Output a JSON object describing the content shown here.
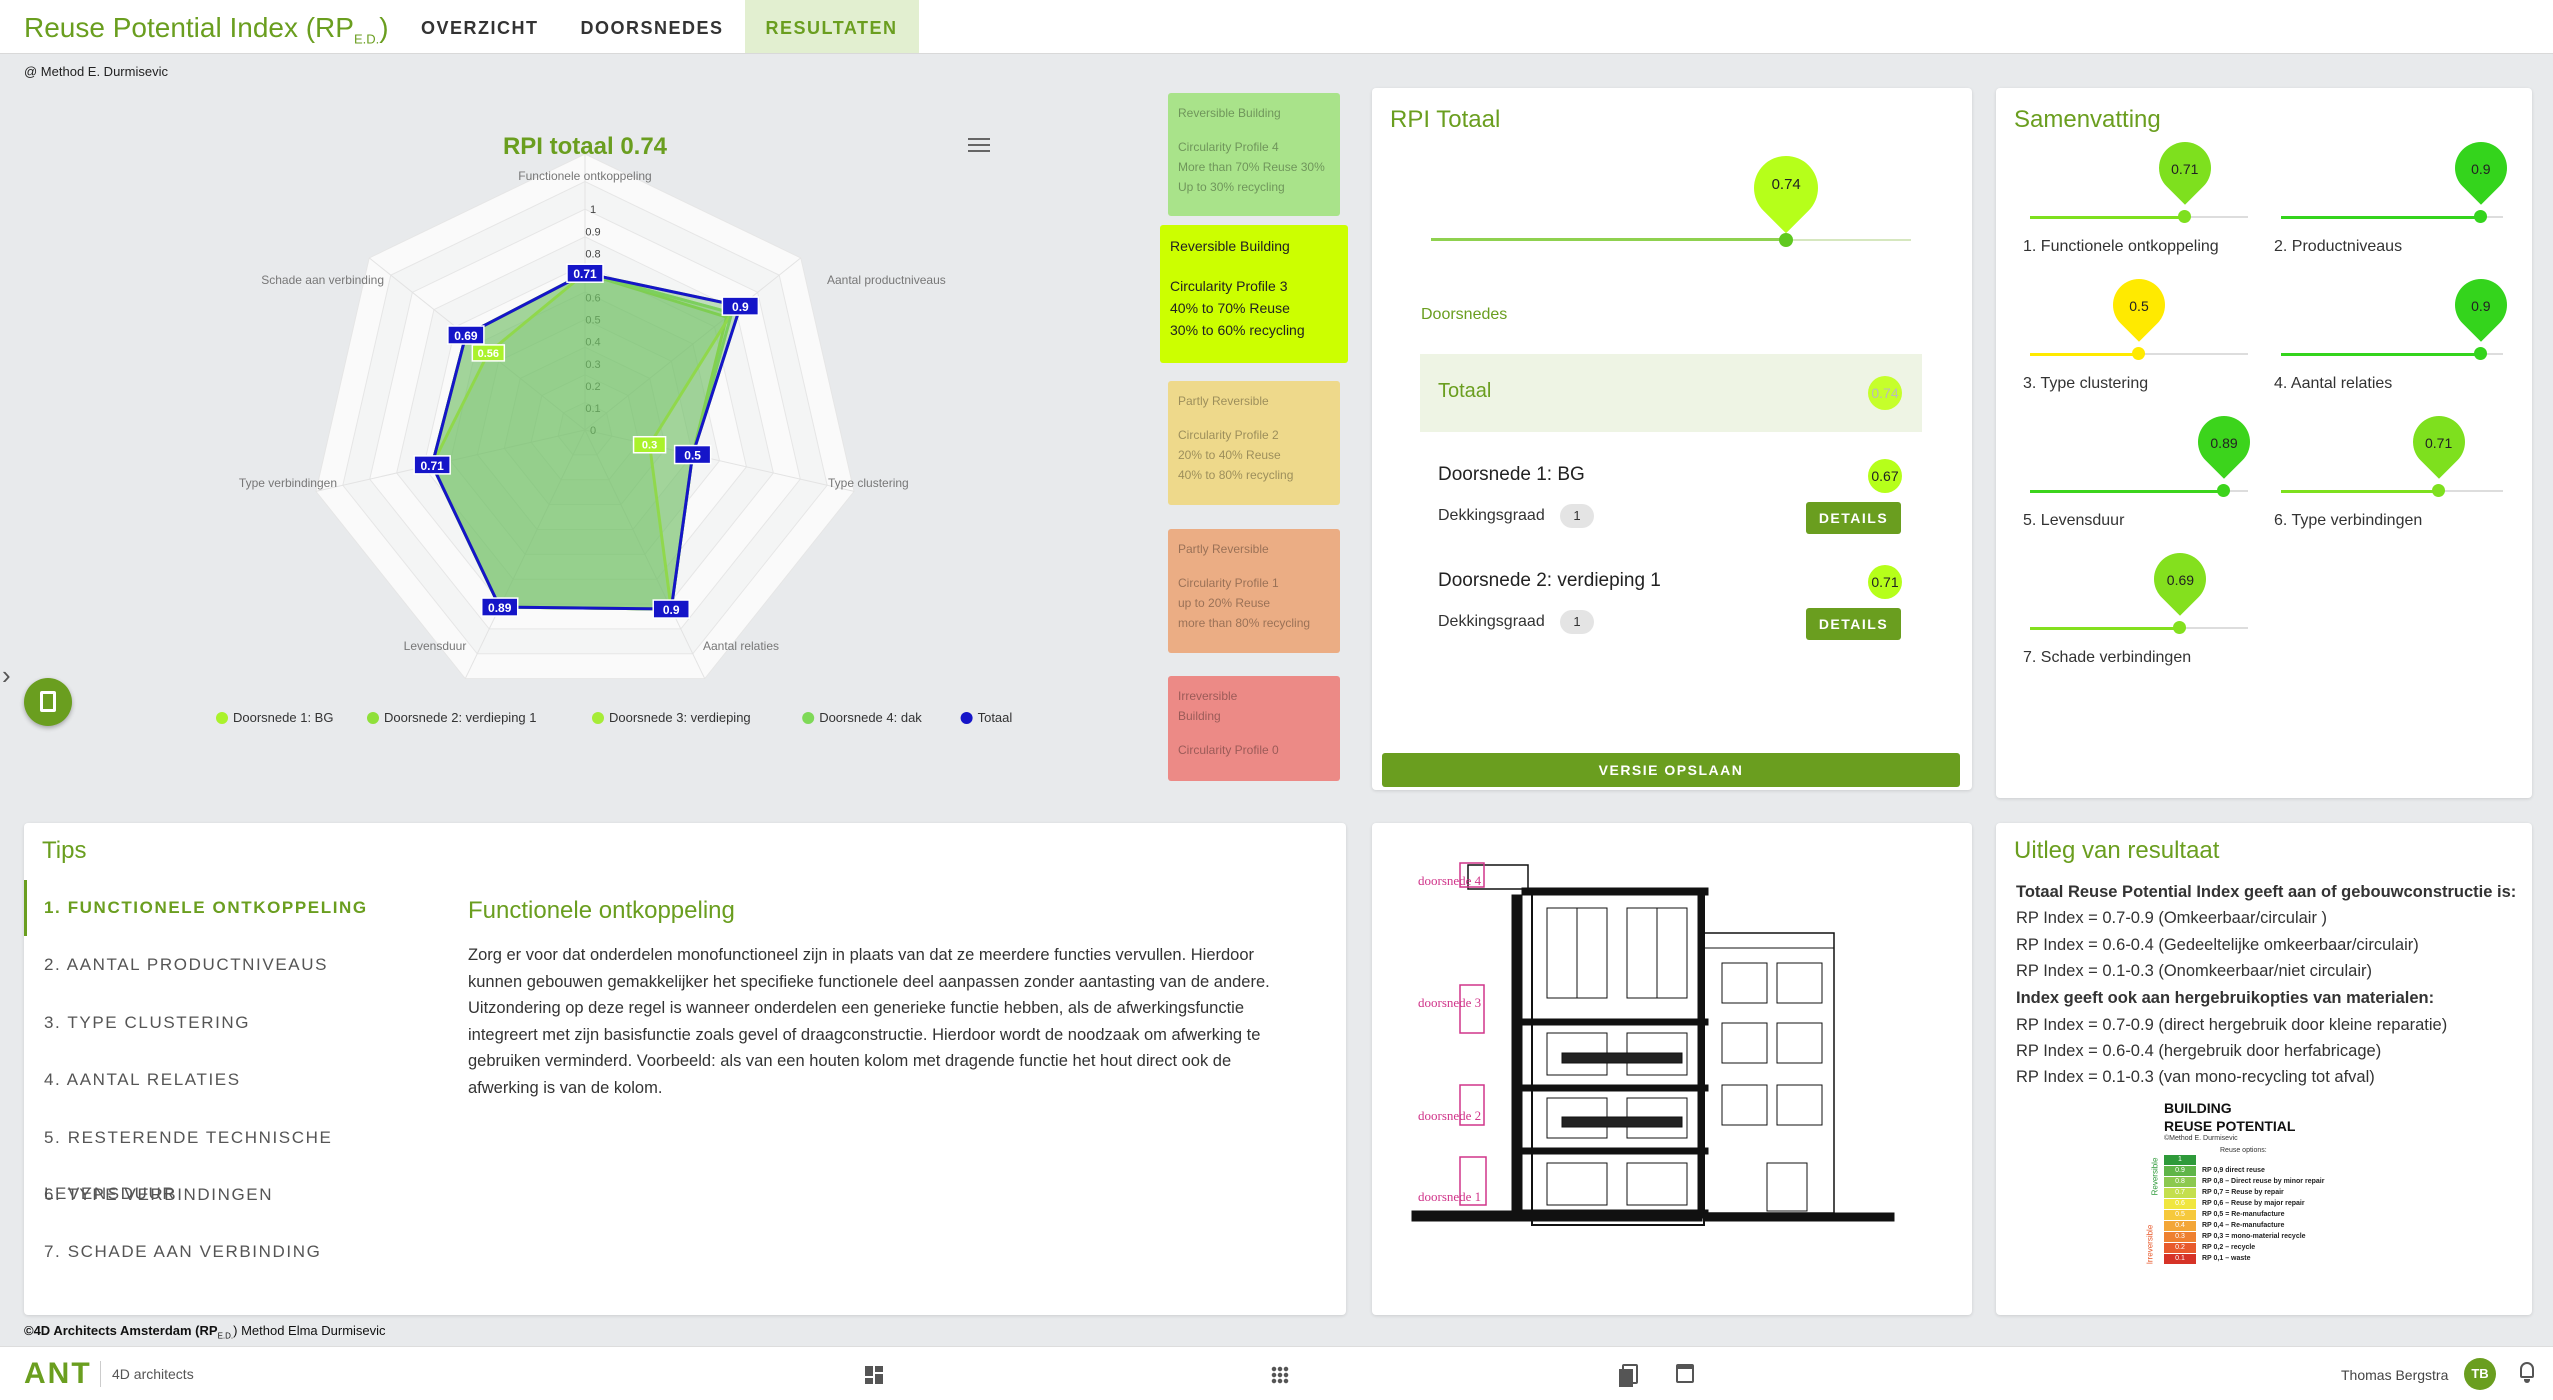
{
  "header": {
    "title": "Reuse Potential Index (RP",
    "title_sub": "E.D.",
    "title_end": ")",
    "tabs": [
      "OVERZICHT",
      "DOORSNEDES",
      "RESULTATEN"
    ]
  },
  "credit": "@ Method E. Durmisevic",
  "radar": {
    "title": "RPI totaal 0.74",
    "menu_icon": "hamburger-icon",
    "axes": [
      "Functionele ontkoppeling",
      "Aantal productniveaus",
      "Type clustering",
      "Aantal relaties",
      "Levensduur",
      "Type verbindingen",
      "Schade aan verbinding"
    ],
    "ticks": [
      "1",
      "0.9",
      "0.8",
      "0.7",
      "0.6",
      "0.5",
      "0.4",
      "0.3",
      "0.2",
      "0.1",
      "0"
    ],
    "point_labels": {
      "totaal": [
        "0.71",
        "0.9",
        "0.5",
        "0.9",
        "0.89",
        "0.71",
        "0.69"
      ],
      "verdieping": [
        "0.56",
        "0.3"
      ]
    },
    "legend": [
      "Doorsnede 1: BG",
      "Doorsnede 2: verdieping 1",
      "Doorsnede 3: verdieping",
      "Doorsnede 4: dak",
      "Totaal"
    ]
  },
  "chart_data": {
    "type": "radar",
    "title": "RPI totaal 0.74",
    "categories": [
      "Functionele ontkoppeling",
      "Aantal productniveaus",
      "Type clustering",
      "Aantal relaties",
      "Levensduur",
      "Type verbindingen",
      "Schade aan verbinding"
    ],
    "rlim": [
      0,
      1
    ],
    "series": [
      {
        "name": "Doorsnede 1: BG",
        "color": "#aaf22b",
        "values": [
          0.71,
          0.9,
          0.5,
          0.9,
          0.89,
          0.71,
          0.69
        ]
      },
      {
        "name": "Doorsnede 2: verdieping 1",
        "color": "#8fe03a",
        "values": [
          0.71,
          0.82,
          0.5,
          0.9,
          0.89,
          0.71,
          0.69
        ]
      },
      {
        "name": "Doorsnede 3: verdieping",
        "color": "#a6ec37",
        "values": [
          0.71,
          0.85,
          0.3,
          0.9,
          0.89,
          0.71,
          0.56
        ]
      },
      {
        "name": "Doorsnede 4: dak",
        "color": "#7ed957",
        "values": [
          0.71,
          0.85,
          0.5,
          0.9,
          0.89,
          0.71,
          0.69
        ]
      },
      {
        "name": "Totaal",
        "color": "#1515c8",
        "values": [
          0.71,
          0.9,
          0.5,
          0.9,
          0.89,
          0.71,
          0.69
        ]
      }
    ],
    "legend": "bottom"
  },
  "profiles": [
    {
      "lines": [
        "Reversible Building",
        "",
        "Circularity Profile 4",
        "More than 70% Reuse 30%",
        "Up to 30% recycling"
      ],
      "color": "#a9e38a"
    },
    {
      "lines": [
        "Reversible Building",
        "",
        "Circularity Profile 3",
        "40% to 70% Reuse",
        "30% to 60% recycling"
      ],
      "color": "#ccff00"
    },
    {
      "lines": [
        "Partly Reversible",
        "",
        "Circularity Profile 2",
        "20% to 40% Reuse",
        "40% to 80% recycling"
      ],
      "color": "#eed98b"
    },
    {
      "lines": [
        "Partly Reversible",
        "",
        "Circularity Profile 1",
        "up to 20% Reuse",
        "more than 80% recycling"
      ],
      "color": "#ebad84"
    },
    {
      "lines": [
        "Irreversible",
        "Building",
        "",
        "Circularity Profile 0"
      ],
      "color": "#ec8a86"
    }
  ],
  "rpi_totaal": {
    "title": "RPI Totaal",
    "value": "0.74",
    "value_num": 0.74,
    "doorsnedes_label": "Doorsnedes",
    "totaal_label": "Totaal",
    "totaal_value": "0.74",
    "rows": [
      {
        "name": "Doorsnede 1: BG",
        "value": "0.67",
        "dekking_label": "Dekkingsgraad",
        "dekking": "1",
        "button": "DETAILS"
      },
      {
        "name": "Doorsnede 2: verdieping 1",
        "value": "0.71",
        "dekking_label": "Dekkingsgraad",
        "dekking": "1",
        "button": "DETAILS"
      }
    ],
    "save_button": "VERSIE OPSLAAN"
  },
  "samenvatting": {
    "title": "Samenvatting",
    "items": [
      {
        "label": "1. Functionele ontkoppeling",
        "value": "0.71",
        "num": 0.71,
        "color": "#7ee01e"
      },
      {
        "label": "2. Productniveaus",
        "value": "0.9",
        "num": 0.9,
        "color": "#34d41c"
      },
      {
        "label": "3. Type clustering",
        "value": "0.5",
        "num": 0.5,
        "color": "#ffea00"
      },
      {
        "label": "4. Aantal relaties",
        "value": "0.9",
        "num": 0.9,
        "color": "#34d41c"
      },
      {
        "label": "5. Levensduur",
        "value": "0.89",
        "num": 0.89,
        "color": "#3cd41c"
      },
      {
        "label": "6. Type verbindingen",
        "value": "0.71",
        "num": 0.71,
        "color": "#7ee01e"
      },
      {
        "label": "7. Schade verbindingen",
        "value": "0.69",
        "num": 0.69,
        "color": "#84e01e"
      }
    ]
  },
  "tips": {
    "title": "Tips",
    "items": [
      "1. FUNCTIONELE ONTKOPPELING",
      "2. AANTAL PRODUCTNIVEAUS",
      "3. TYPE CLUSTERING",
      "4. AANTAL RELATIES",
      "5. RESTERENDE TECHNISCHE LEVENSDUUR",
      "6. TYPE VERBINDINGEN",
      "7. SCHADE AAN VERBINDING"
    ],
    "content_title": "Functionele ontkoppeling",
    "content_lines": [
      "Zorg er voor dat onderdelen monofunctioneel zijn in plaats van dat ze meerdere functies vervullen. Hierdoor",
      "kunnen gebouwen gemakkelijker het specifieke functionele deel aanpassen zonder aantasting van de andere.",
      "Uitzondering op deze regel is wanneer onderdelen een generieke functie hebben, als de afwerkingsfunctie",
      "integreert met zijn basisfunctie zoals gevel of draagconstructie. Hierdoor wordt de noodzaak om afwerking te",
      "gebruiken verminderd. Voorbeeld: als van een houten kolom met dragende functie het hout direct ook de",
      "afwerking is van de kolom."
    ]
  },
  "section_drawing": {
    "labels": [
      "doorsnede 4",
      "doorsnede 3",
      "doorsnede 2",
      "doorsnede 1"
    ]
  },
  "uitleg": {
    "title": "Uitleg van resultaat",
    "lines": [
      {
        "text": "Totaal Reuse Potential Index geeft aan of gebouwconstructie is:",
        "bold": true
      },
      {
        "text": "RP Index = 0.7-0.9 (Omkeerbaar/circulair )",
        "bold": false
      },
      {
        "text": "RP Index = 0.6-0.4 (Gedeeltelijke omkeerbaar/circulair)",
        "bold": false
      },
      {
        "text": "RP Index = 0.1-0.3 (Onomkeerbaar/niet circulair)",
        "bold": false
      },
      {
        "text": "Index geeft ook aan hergebruikopties van materialen:",
        "bold": true
      },
      {
        "text": "RP Index = 0.7-0.9 (direct hergebruik door kleine reparatie)",
        "bold": false
      },
      {
        "text": "RP Index = 0.6-0.4 (hergebruik door herfabricage)",
        "bold": false
      },
      {
        "text": "RP Index = 0.1-0.3 (van mono-recycling tot afval)",
        "bold": false
      }
    ],
    "scale": {
      "title1": "BUILDING",
      "title2": "REUSE POTENTIAL",
      "title3": "©Method E. Durmisevic",
      "options_label": "Reuse options:",
      "side_top": "Reversible",
      "side_bottom": "Irreversible",
      "rows": [
        {
          "v": "1",
          "t": "",
          "c": "#2e9a3a"
        },
        {
          "v": "0.9",
          "t": "RP 0,9 direct reuse",
          "c": "#5fb548"
        },
        {
          "v": "0.8",
          "t": "RP 0,8 – Direct reuse by minor repair",
          "c": "#8cc94f"
        },
        {
          "v": "0.7",
          "t": "RP 0,7 = Reuse by repair",
          "c": "#c4df4d"
        },
        {
          "v": "0.6",
          "t": "RP 0,6 – Reuse by major repair",
          "c": "#f0e63f"
        },
        {
          "v": "0.5",
          "t": "RP 0,5 = Re-manufacture",
          "c": "#f6c93c"
        },
        {
          "v": "0.4",
          "t": "RP 0,4 – Re-manufacture",
          "c": "#f3a637"
        },
        {
          "v": "0.3",
          "t": "RP 0,3 = mono-material recycle",
          "c": "#ee8030"
        },
        {
          "v": "0.2",
          "t": "RP 0,2 – recycle",
          "c": "#e85a2c"
        },
        {
          "v": "0.1",
          "t": "RP 0,1 – waste",
          "c": "#d63327"
        }
      ]
    }
  },
  "footer_credit": "©4D Architects Amsterdam (RP",
  "footer_credit_sub": "E.D.",
  "footer_credit_end": ") Method Elma Durmisevic",
  "bottombar": {
    "logo": "ANT",
    "org": "4D architects",
    "user": "Thomas Bergstra",
    "initials": "TB"
  },
  "colors": {
    "accent": "#6a9e1f",
    "active_tab_bg": "#e2efd0"
  }
}
